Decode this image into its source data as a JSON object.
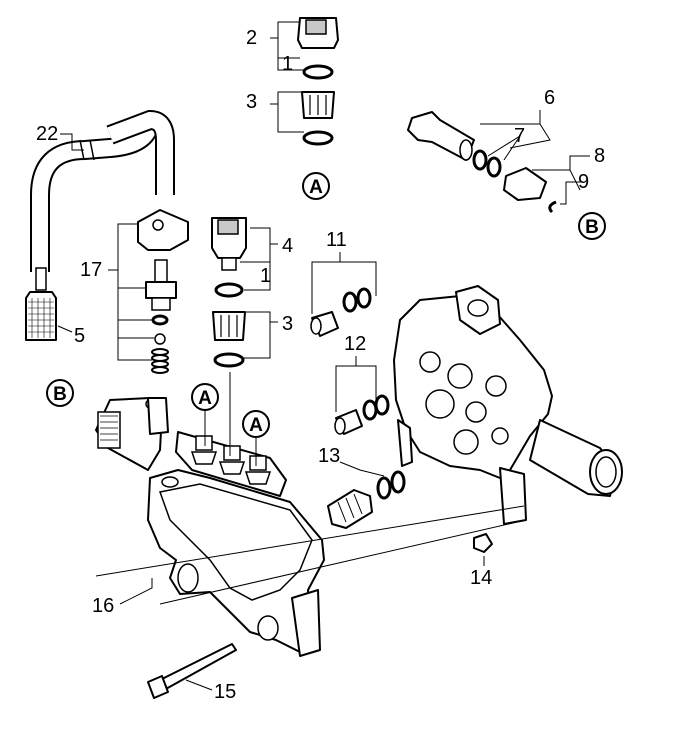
{
  "callouts": {
    "c1_top": "1",
    "c2": "2",
    "c3_top": "3",
    "c1_mid": "1",
    "c3_mid": "3",
    "c4": "4",
    "c5": "5",
    "c6": "6",
    "c7": "7",
    "c8": "8",
    "c9": "9",
    "c11": "11",
    "c12": "12",
    "c13": "13",
    "c14": "14",
    "c15": "15",
    "c16": "16",
    "c17": "17",
    "c22": "22"
  },
  "badges": {
    "a_top": "A",
    "a_left": "A",
    "a_right": "A",
    "b_left": "B",
    "b_right": "B"
  }
}
